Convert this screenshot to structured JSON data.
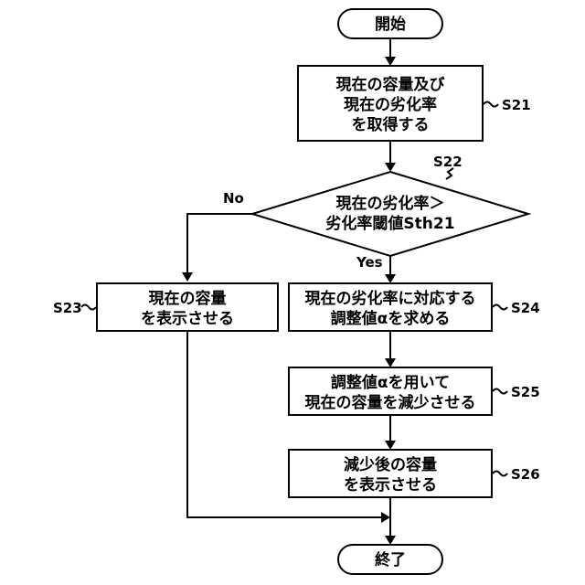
{
  "flowchart": {
    "start": "開始",
    "end": "終了",
    "s21": {
      "label": "S21",
      "lines": [
        "現在の容量及び",
        "現在の劣化率",
        "を取得する"
      ]
    },
    "s22": {
      "label": "S22",
      "lines": [
        "現在の劣化率＞",
        "劣化率閾値Sth21"
      ],
      "no": "No",
      "yes": "Yes"
    },
    "s23": {
      "label": "S23",
      "lines": [
        "現在の容量",
        "を表示させる"
      ]
    },
    "s24": {
      "label": "S24",
      "lines": [
        "現在の劣化率に対応する",
        "調整値αを求める"
      ]
    },
    "s25": {
      "label": "S25",
      "lines": [
        "調整値αを用いて",
        "現在の容量を減少させる"
      ]
    },
    "s26": {
      "label": "S26",
      "lines": [
        "減少後の容量",
        "を表示させる"
      ]
    }
  }
}
